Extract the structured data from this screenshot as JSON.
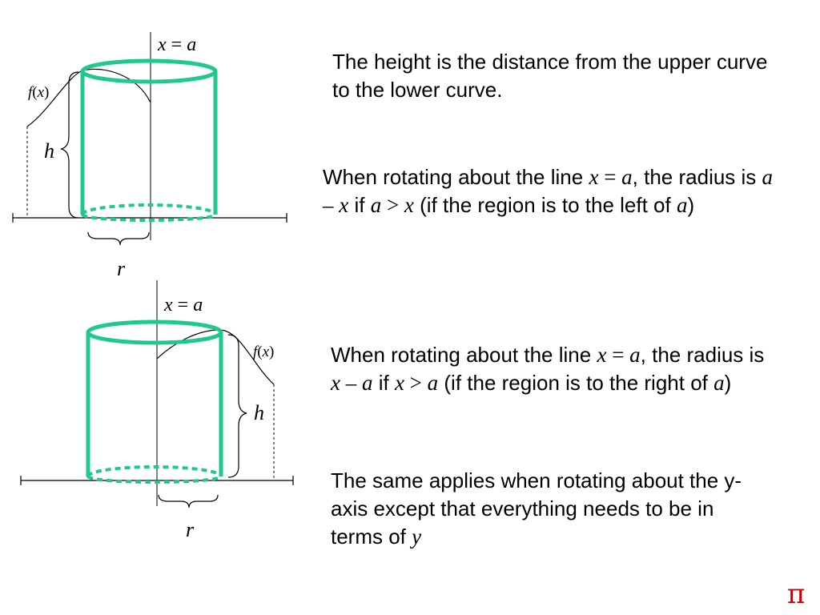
{
  "diagram1": {
    "line_label": {
      "x": "x",
      "eq": " = ",
      "a": "a"
    },
    "func_label": {
      "f": "f",
      "open": "(",
      "x": "x",
      "close": ")"
    },
    "height_label": "h",
    "radius_label": "r"
  },
  "diagram2": {
    "line_label": {
      "x": "x",
      "eq": " = ",
      "a": "a"
    },
    "func_label": {
      "f": "f",
      "open": "(",
      "x": "x",
      "close": ")"
    },
    "height_label": "h",
    "radius_label": "r"
  },
  "colors": {
    "cylinder": "#1fc98a",
    "axes": "#000000",
    "pi": "#cc0000"
  },
  "text": {
    "p1": "The height is the distance from the upper curve to the lower curve.",
    "p2": {
      "t1": "When rotating about the line ",
      "m1": "x",
      "t2": " = ",
      "m2": "a",
      "t3": ", the radius is  ",
      "m3": "a",
      "t4": " – ",
      "m4": "x",
      "t5": "  if ",
      "m5": "a",
      "t6": " > ",
      "m6": "x",
      "t7": " (if the region is to the left of ",
      "m7": "a",
      "t8": ")"
    },
    "p3": {
      "t1": "When rotating about the line ",
      "m1": "x",
      "t2": " = ",
      "m2": "a",
      "t3": ", the radius is  ",
      "m3": "x",
      "t4": " – ",
      "m4": "a",
      "t5": "  if ",
      "m5": "x",
      "t6": " > ",
      "m6": "a",
      "t7": " (if the region is to the right of ",
      "m7": "a",
      "t8": ")"
    },
    "p4": {
      "t1": "The same applies when rotating about the y-axis except that everything needs to be in terms of ",
      "m1": "y"
    }
  },
  "pi_symbol": "π"
}
